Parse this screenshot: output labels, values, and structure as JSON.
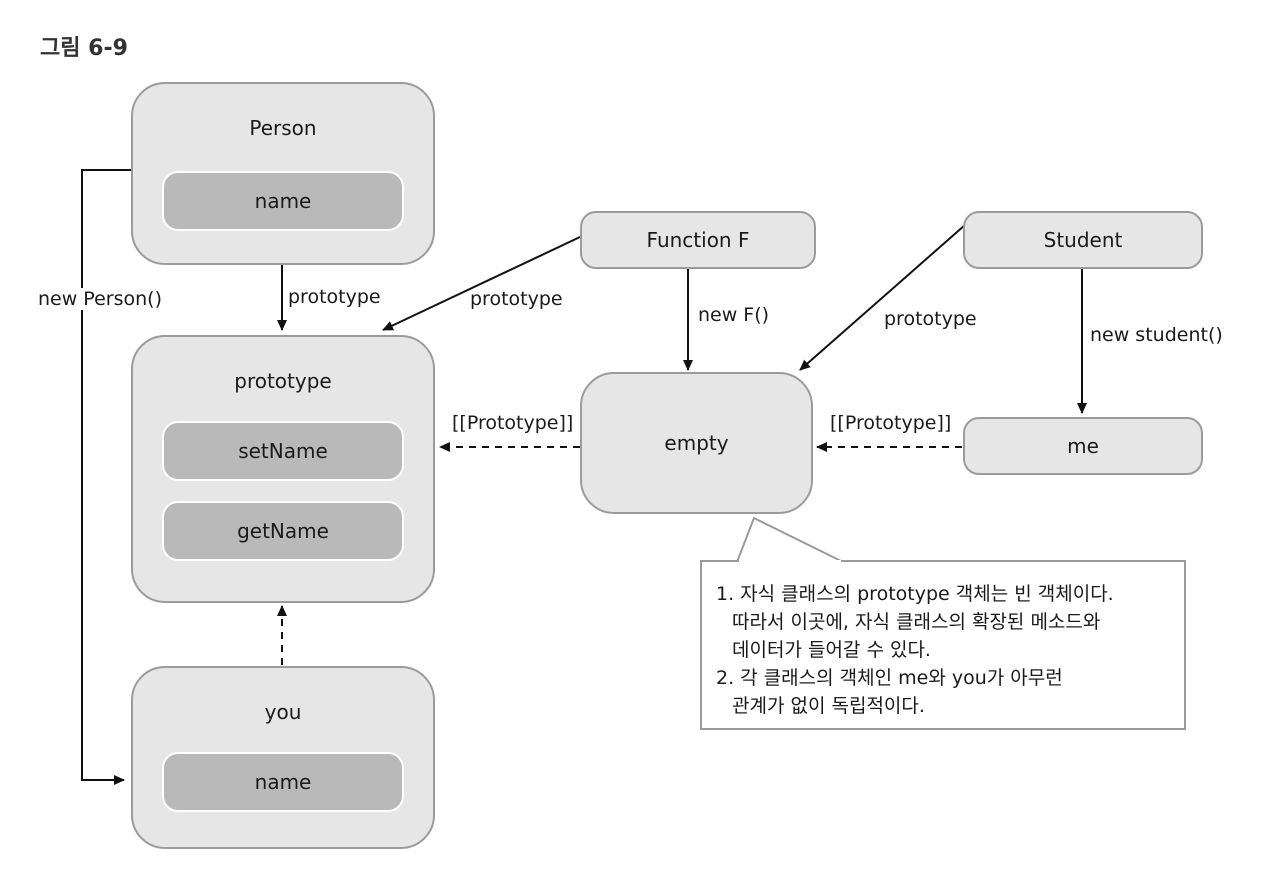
{
  "figure": {
    "title": "그림 6-9"
  },
  "nodes": {
    "person": {
      "label": "Person",
      "field": "name"
    },
    "person_prototype": {
      "label": "prototype",
      "methods": [
        "setName",
        "getName"
      ]
    },
    "you": {
      "label": "you",
      "field": "name"
    },
    "function_f": {
      "label": "Function F"
    },
    "empty": {
      "label": "empty"
    },
    "student": {
      "label": "Student"
    },
    "me": {
      "label": "me"
    }
  },
  "edges": {
    "new_person": "new Person()",
    "person_prototype": "prototype",
    "f_prototype": "prototype",
    "new_f": "new F()",
    "student_prototype": "prototype",
    "new_student": "new student()",
    "empty_proto_link": "[[Prototype]]",
    "me_proto_link": "[[Prototype]]"
  },
  "note": {
    "lines": [
      "1. 자식 클래스의 prototype 객체는 빈 객체이다.",
      "따라서 이곳에, 자식 클래스의 확장된 메소드와",
      "데이터가 들어갈 수 있다.",
      "2. 각 클래스의 객체인 me와 you가 아무런",
      "관계가 없이 독립적이다."
    ]
  }
}
